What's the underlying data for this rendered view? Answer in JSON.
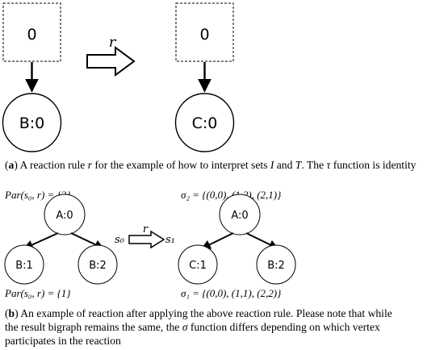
{
  "panel_a": {
    "left_site": "0",
    "left_node": "B:0",
    "rule_label": "r",
    "right_site": "0",
    "right_node": "C:0"
  },
  "caption_a": {
    "tag": "a",
    "text1": "A reaction rule ",
    "r": "r",
    "text2": " for the example of how to interpret sets ",
    "I": "I",
    "and": " and ",
    "T": "T",
    "text3": ". The ",
    "tau": "τ",
    "text4": " function is identity"
  },
  "panel_b": {
    "par_top": "Par(s₀, r) = {2}",
    "par_bottom": "Par(s₀, r) = {1}",
    "left_root": "A:0",
    "left_child1": "B:1",
    "left_child2": "B:2",
    "s0": "s₀",
    "rule_label": "r",
    "s1": "s₁",
    "right_root": "A:0",
    "right_child1": "C:1",
    "right_child2": "B:2",
    "sigma2": "σ₂ = {(0,0), (1,2), (2,1)}",
    "sigma1": "σ₁ = {(0,0), (1,1), (2,2)}"
  },
  "caption_b": {
    "tag": "b",
    "line1": " An example of reaction after applying the above reaction rule. Please note that while",
    "line2a": "the result bigraph remains the same, the ",
    "sigma": "σ",
    "line2b": " function differs depending on which vertex",
    "line3": "participates in the reaction"
  }
}
